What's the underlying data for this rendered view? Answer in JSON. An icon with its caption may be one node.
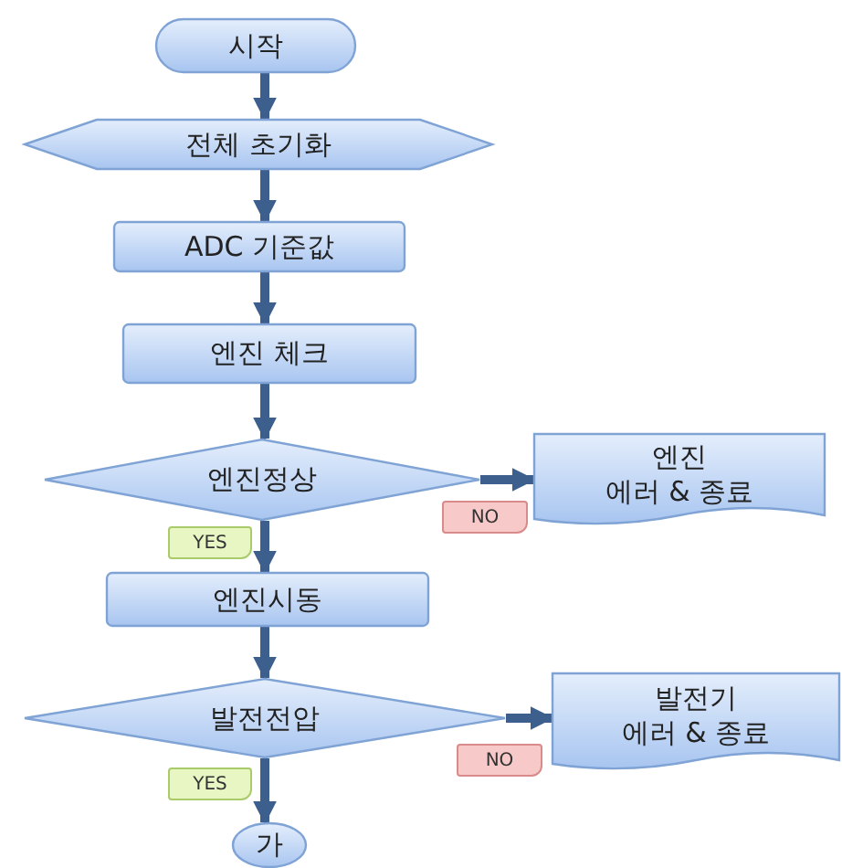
{
  "diagram": {
    "nodes": [
      {
        "text": [
          "시작"
        ]
      },
      {
        "text": [
          "전체 초기화"
        ]
      },
      {
        "text": [
          "ADC 기준값"
        ]
      },
      {
        "text": [
          "엔진 체크"
        ]
      },
      {
        "text": [
          "엔진정상"
        ]
      },
      {
        "text": [
          "엔진 에러 & 종료"
        ]
      },
      {
        "text": [
          "엔진시동"
        ]
      },
      {
        "text": [
          "발전전압"
        ]
      },
      {
        "text": [
          "발전기 에러 & 종료"
        ]
      },
      {
        "text": [
          "가"
        ]
      }
    ],
    "edges": [
      {
        "from": 0,
        "to": 1,
        "arrow": "to"
      },
      {
        "from": 1,
        "to": 2,
        "arrow": "to"
      },
      {
        "from": 2,
        "to": 3,
        "arrow": "to"
      },
      {
        "from": 3,
        "to": 4,
        "arrow": "to"
      },
      {
        "from": 4,
        "to": 5,
        "arrow": "to",
        "label": "NO"
      },
      {
        "from": 4,
        "to": 6,
        "arrow": "to",
        "label": "YES"
      },
      {
        "from": 6,
        "to": 7,
        "arrow": "to"
      },
      {
        "from": 7,
        "to": 8,
        "arrow": "to",
        "label": "NO"
      },
      {
        "from": 7,
        "to": 9,
        "arrow": "to",
        "label": "YES"
      }
    ]
  }
}
